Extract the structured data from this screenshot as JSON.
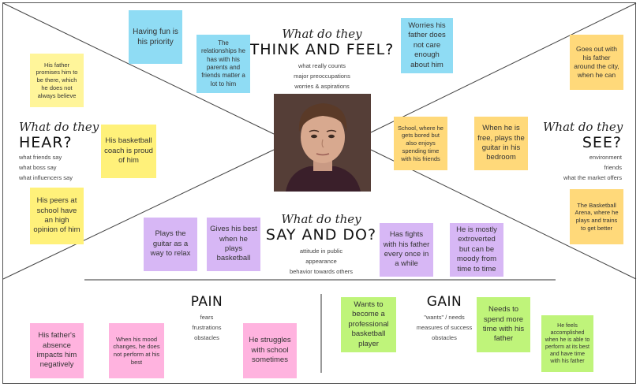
{
  "think_feel": {
    "script": "What do they",
    "title": "THINK AND FEEL?",
    "subs": [
      "what really counts",
      "major preoccupations",
      "worries & aspirations"
    ],
    "notes": [
      "Having fun is his priority",
      "The relationships he has with his parents and friends matter a lot to him",
      "Worries his father does not care enough about him"
    ]
  },
  "hear": {
    "script": "What do they",
    "title": "HEAR?",
    "subs": [
      "what friends say",
      "what boss say",
      "what influencers say"
    ],
    "notes": [
      "His father promises him to be there, which he does not always believe",
      "His basketball coach is proud of him",
      "His peers at school have an high opinion of him"
    ]
  },
  "see": {
    "script": "What do they",
    "title": "SEE?",
    "subs": [
      "environment",
      "friends",
      "what the market offers"
    ],
    "notes": [
      "Goes out with his father around the city, when he can",
      "School, where he gets bored but also enjoys spending time with his friends",
      "When he is free, plays the guitar in his bedroom",
      "The Basketball Arena, where he plays and trains to get better"
    ]
  },
  "say_do": {
    "script": "What do they",
    "title": "SAY AND DO?",
    "subs": [
      "attitude in public",
      "appearance",
      "behavior towards others"
    ],
    "notes": [
      "Plays the guitar as a way to relax",
      "Gives his best when he plays basketball",
      "Has fights with his father every once in a while",
      "He is mostly extroverted but can be moody from time to time"
    ]
  },
  "pain": {
    "title": "PAIN",
    "subs": [
      "fears",
      "frustrations",
      "obstacles"
    ],
    "notes": [
      "His father's absence impacts him negatively",
      "When his mood changes, he does not perform at his best",
      "He struggles with school sometimes"
    ]
  },
  "gain": {
    "title": "GAIN",
    "subs": [
      "\"wants\" / needs",
      "measures of success",
      "obstacles"
    ],
    "notes": [
      "Wants to become a professional basketball player",
      "Needs to spend more time with his father",
      "He feels accomplished when he is able to perform at its best and have time with his father"
    ]
  },
  "colors": {
    "yellow": "#fff17a",
    "orange": "#ffd97a",
    "blue": "#8fdcf4",
    "purple": "#d7b7f5",
    "pink": "#ffb3df",
    "green": "#bff47a"
  }
}
